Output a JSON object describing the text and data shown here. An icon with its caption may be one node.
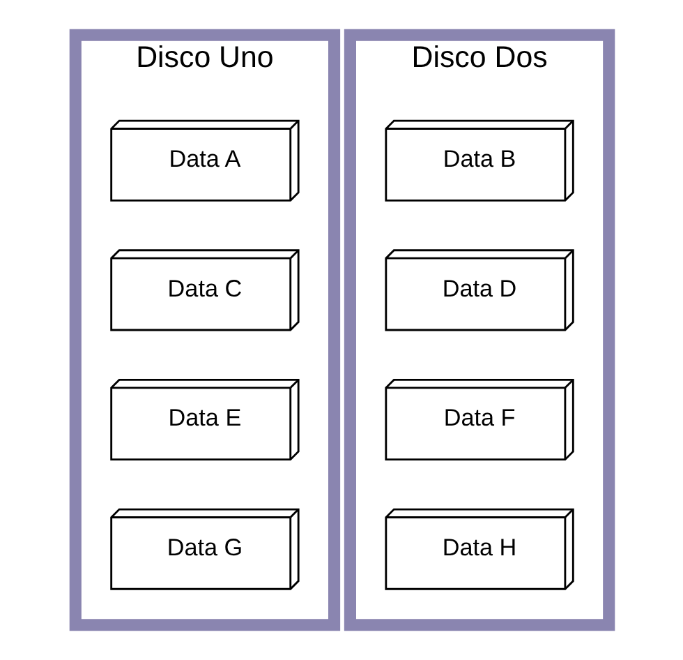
{
  "diagram": {
    "nodes": [
      {
        "text": [
          "Disco Uno"
        ]
      },
      {
        "text": [
          "Data A"
        ],
        "in": 0
      },
      {
        "text": [
          "Data C"
        ],
        "in": 0
      },
      {
        "text": [
          "Data E"
        ],
        "in": 0
      },
      {
        "text": [
          "Data G"
        ],
        "in": 0
      },
      {
        "text": [
          "Disco Dos"
        ]
      },
      {
        "text": [
          "Data B"
        ],
        "in": 5
      },
      {
        "text": [
          "Data D"
        ],
        "in": 5
      },
      {
        "text": [
          "Data F"
        ],
        "in": 5
      },
      {
        "text": [
          "Data H"
        ],
        "in": 5
      }
    ],
    "edges": []
  }
}
